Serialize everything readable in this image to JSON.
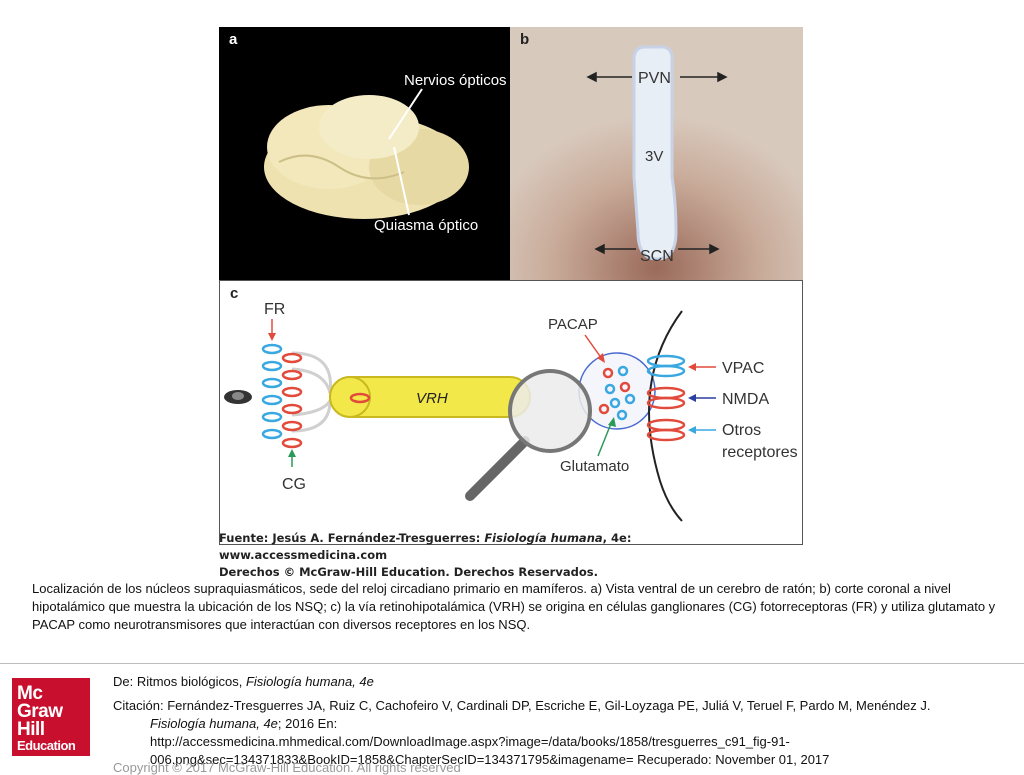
{
  "figure": {
    "panel_a": {
      "letter": "a",
      "label_nerves": "Nervios ópticos",
      "label_chiasm": "Quiasma óptico"
    },
    "panel_b": {
      "letter": "b",
      "label_pvn": "PVN",
      "label_3v": "3V",
      "label_scn": "SCN"
    },
    "panel_c": {
      "letter": "c",
      "label_fr": "FR",
      "label_cg": "CG",
      "label_vrh": "VRH",
      "label_pacap": "PACAP",
      "label_glutamato": "Glutamato",
      "label_vpac": "VPAC",
      "label_nmda": "NMDA",
      "label_otros": "Otros",
      "label_receptores": "receptores"
    },
    "credit_prefix": "Fuente: Jesús A. Fernández-Tresguerres: ",
    "credit_book": "Fisiología humana",
    "credit_suffix": ", 4e: www.accessmedicina.com",
    "credit_rights": "Derechos © McGraw-Hill Education. Derechos Reservados.",
    "colors": {
      "blue_receptor": "#3aa8e0",
      "red_receptor": "#e24a3b",
      "yellow_tract": "#f3e84a"
    }
  },
  "caption": "Localización de los núcleos supraquiasmáticos, sede del reloj circadiano primario en mamíferos. a) Vista ventral de un cerebro de ratón; b) corte coronal a nivel hipotalámico que muestra la ubicación de los NSQ; c) la vía retinohipotalámica (VRH) se origina en células ganglionares (CG) fotorreceptoras (FR) y utiliza glutamato y PACAP como neurotransmisores que interactúan con diversos receptores en los NSQ.",
  "footer": {
    "from_prefix": "De: Ritmos biológicos, ",
    "from_book": "Fisiología humana, 4e",
    "citation_prefix": "Citación: ",
    "citation_authors": "Fernández-Tresguerres JA, Ruiz C, Cachofeiro V, Cardinali DP, Escriche E, Gil-Loyzaga PE, Juliá V, Teruel F, Pardo M, Menéndez J.",
    "citation_book": "Fisiología humana, 4e",
    "citation_year": "; 2016 En:",
    "citation_url": "http://accessmedicina.mhmedical.com/DownloadImage.aspx?image=/data/books/1858/tresguerres_c91_fig-91-",
    "citation_url2": "006.png&sec=134371833&BookID=1858&ChapterSecID=134371795&imagename= Recuperado: November 01, 2017",
    "copyright": "Copyright © 2017 McGraw-Hill Education. All rights reserved"
  },
  "logo": {
    "line1": "Mc",
    "line2": "Graw",
    "line3": "Hill",
    "line4": "Education",
    "color": "#c8102e"
  }
}
